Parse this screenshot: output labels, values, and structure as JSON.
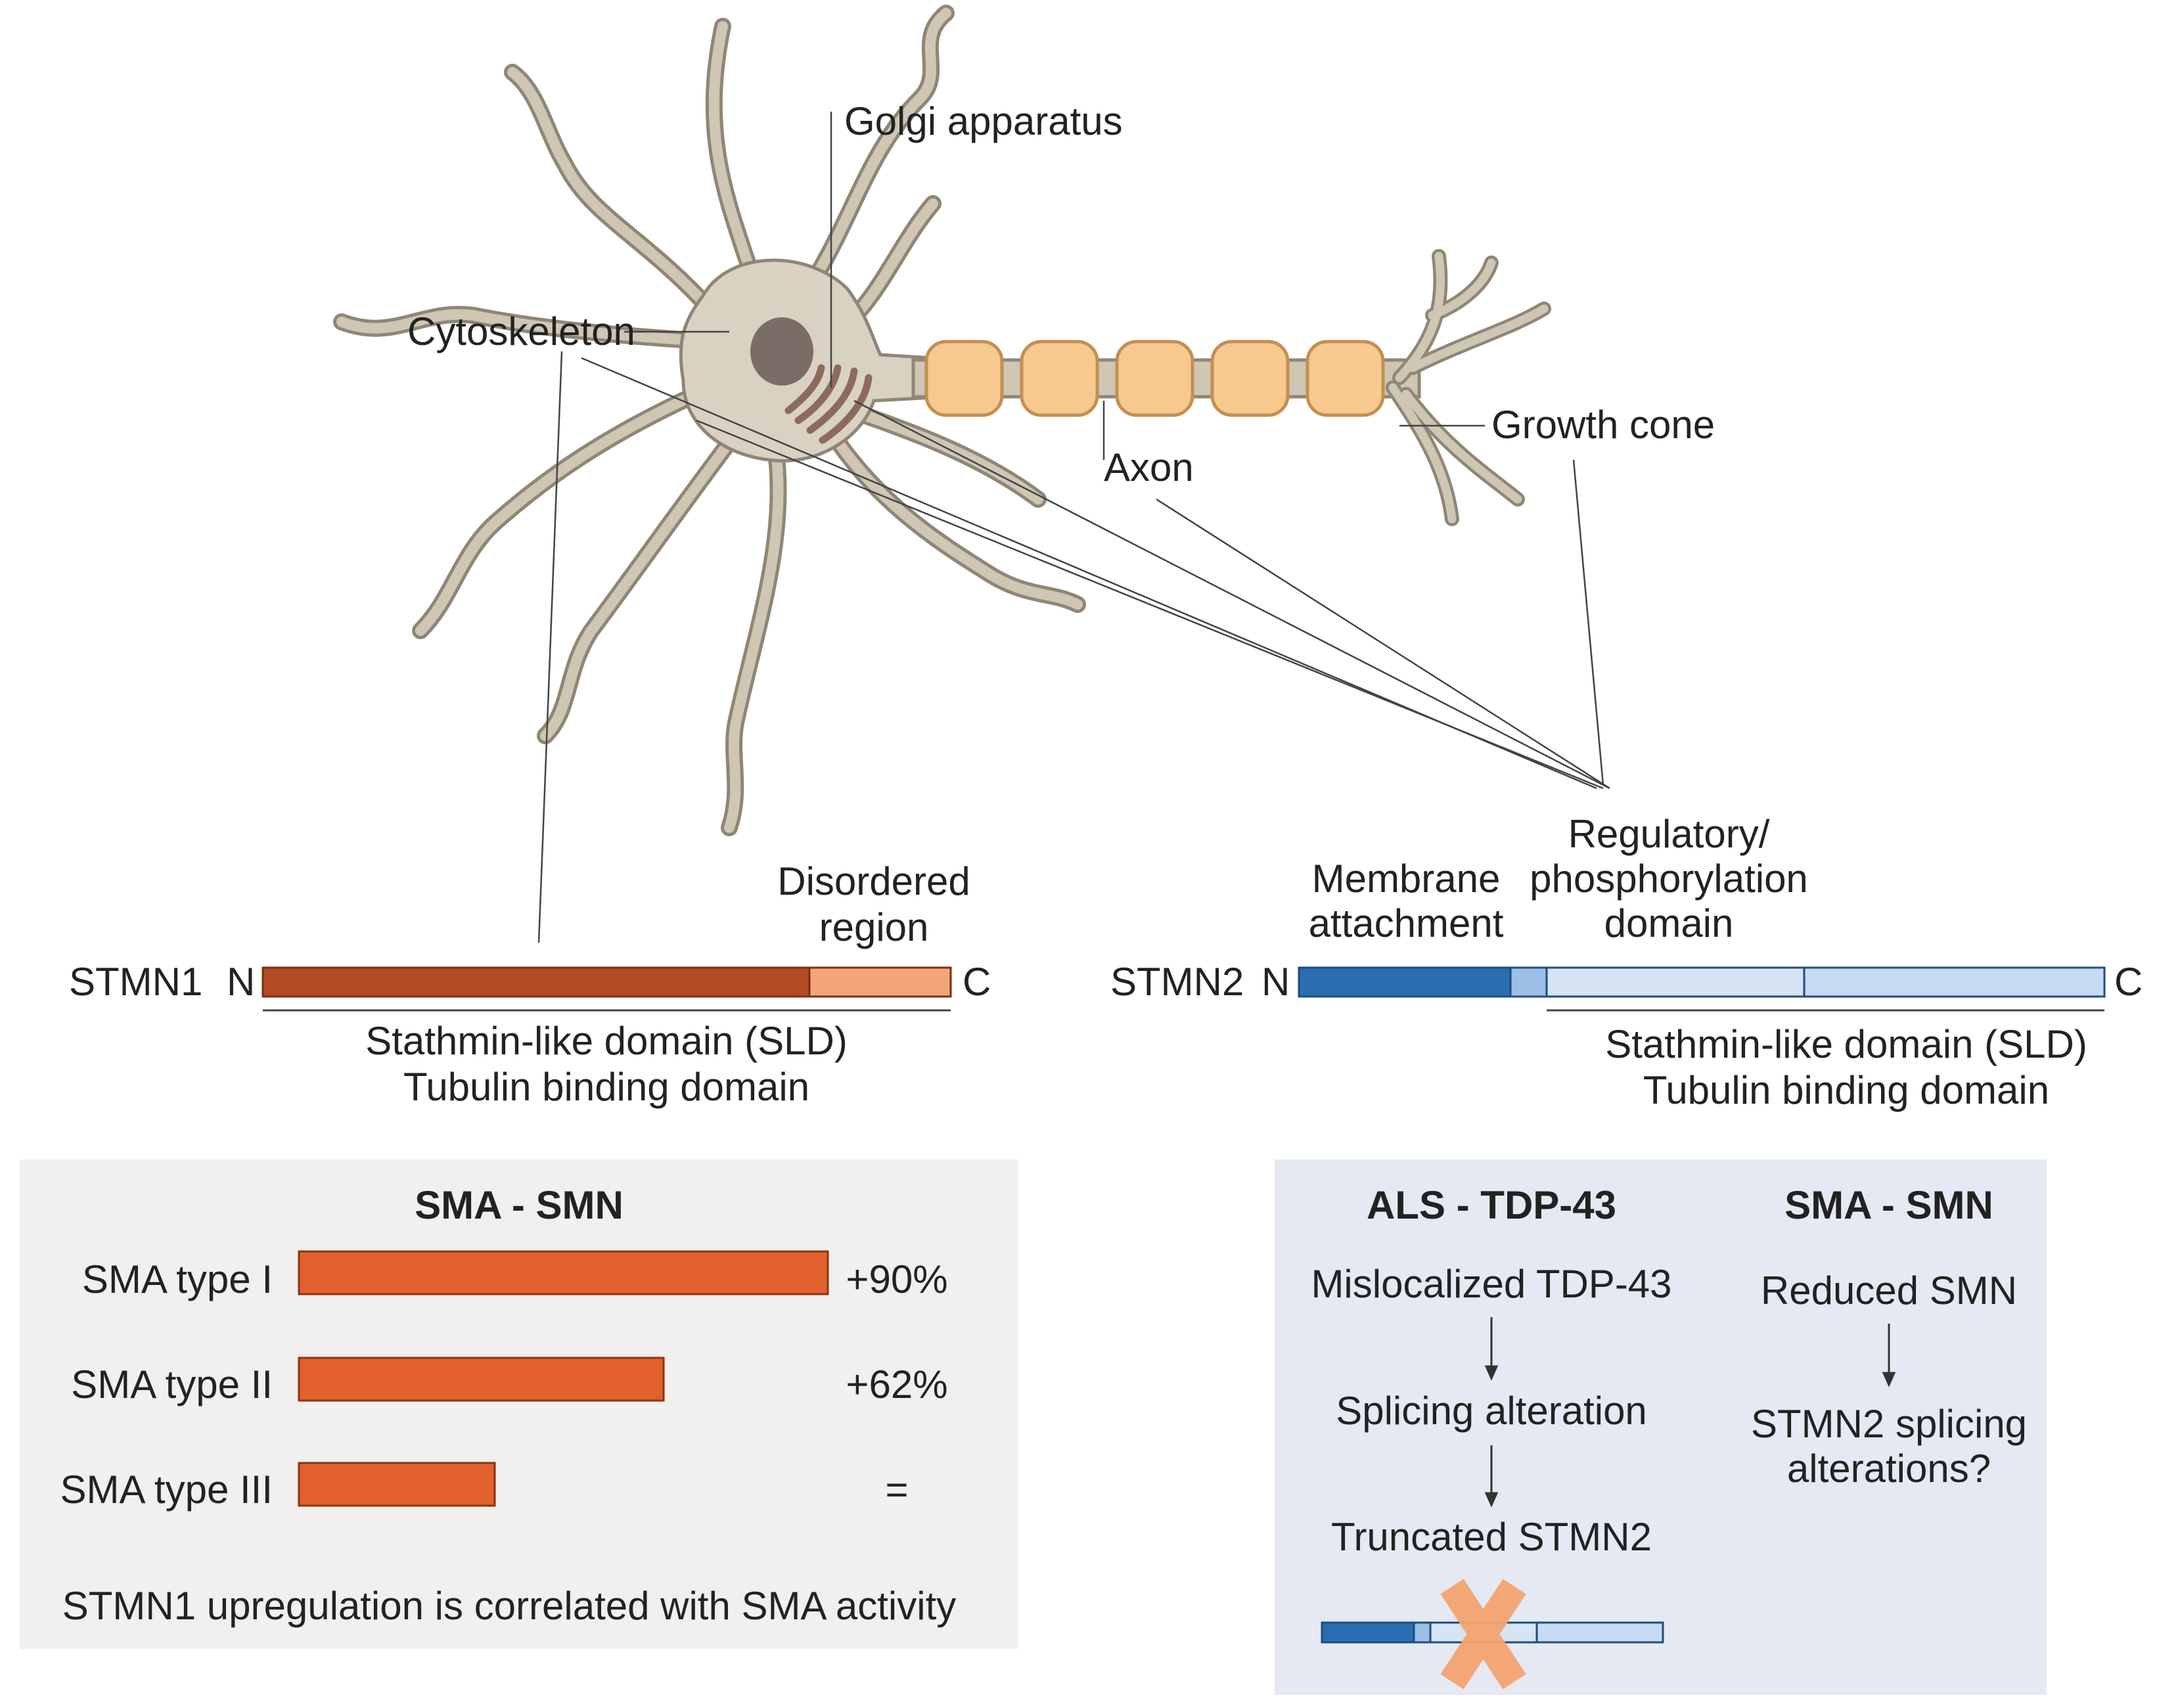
{
  "neuron": {
    "golgi_label": "Golgi apparatus",
    "cytoskeleton_label": "Cytoskeleton",
    "axon_label": "Axon",
    "growth_cone_label": "Growth cone"
  },
  "stmn1": {
    "name": "STMN1",
    "n_label": "N",
    "c_label": "C",
    "disordered_line1": "Disordered",
    "disordered_line2": "region",
    "domain_line1": "Stathmin-like domain (SLD)",
    "domain_line2": "Tubulin binding domain",
    "colors": {
      "main": "#b24a22",
      "disordered": "#f2a57b"
    }
  },
  "stmn2": {
    "name": "STMN2",
    "n_label": "N",
    "c_label": "C",
    "membrane_line1": "Membrane",
    "membrane_line2": "attachment",
    "regulatory_line1": "Regulatory/",
    "regulatory_line2": "phosphorylation",
    "regulatory_line3": "domain",
    "domain_line1": "Stathmin-like domain (SLD)",
    "domain_line2": "Tubulin binding domain",
    "colors": {
      "dark": "#2a6db0",
      "mid": "#9bbfe5",
      "light": "#d6e4f4",
      "light2": "#c7dbf2"
    }
  },
  "sma_panel": {
    "title": "SMA - SMN",
    "rows": [
      {
        "label": "SMA type I",
        "value": "+90%",
        "fraction": 1.0
      },
      {
        "label": "SMA type II",
        "value": "+62%",
        "fraction": 0.69
      },
      {
        "label": "SMA type III",
        "value": "=",
        "fraction": 0.37
      }
    ],
    "footer": "STMN1 upregulation is correlated with SMA activity",
    "bar_color": "#e2612e"
  },
  "als_panel": {
    "left_title": "ALS - TDP-43",
    "left_steps": [
      "Mislocalized TDP-43",
      "Splicing alteration",
      "Truncated STMN2"
    ],
    "right_title": "SMA - SMN",
    "right_step1": "Reduced SMN",
    "right_step2_line1": "STMN2 splicing",
    "right_step2_line2": "alterations?",
    "cross_color": "#f5a470"
  }
}
